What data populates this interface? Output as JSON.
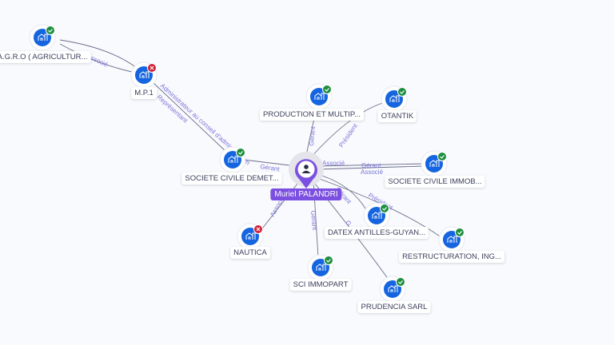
{
  "center": {
    "name": "Muriel PALANDRI",
    "icon": "person-icon"
  },
  "nodes": [
    {
      "name": "A.G.R.O ( AGRICULTUR...",
      "status": "active"
    },
    {
      "name": "M.P.1",
      "status": "closed"
    },
    {
      "name": "PRODUCTION ET MULTIP...",
      "status": "active"
    },
    {
      "name": "OTANTIK",
      "status": "active"
    },
    {
      "name": "SOCIETE CIVILE DEMET...",
      "status": "active"
    },
    {
      "name": "SOCIETE CIVILE IMMOB...",
      "status": "active"
    },
    {
      "name": "DATEX ANTILLES-GUYAN...",
      "status": "active"
    },
    {
      "name": "RESTRUCTURATION, ING...",
      "status": "active"
    },
    {
      "name": "NAUTICA",
      "status": "closed"
    },
    {
      "name": "SCI IMMOPART",
      "status": "active"
    },
    {
      "name": "PRUDENCIA SARL",
      "status": "active"
    }
  ],
  "edges": [
    {
      "label": "Associé"
    },
    {
      "label": "Administrateur au conseil d'administration"
    },
    {
      "label": "Représentant"
    },
    {
      "label": "Gérant"
    },
    {
      "label": "Gérant"
    },
    {
      "label": "Président"
    },
    {
      "label": "Associé"
    },
    {
      "label": "Gérant"
    },
    {
      "label": "Associé"
    },
    {
      "label": "Gérant"
    },
    {
      "label": "Président"
    },
    {
      "label": "Associé"
    },
    {
      "label": "Gérant"
    },
    {
      "label": "G"
    }
  ],
  "colors": {
    "accent": "#7b4fe0",
    "node": "#1565e0",
    "active": "#1e8e3e",
    "closed": "#d0223c",
    "edge": "#6b6f8a"
  }
}
